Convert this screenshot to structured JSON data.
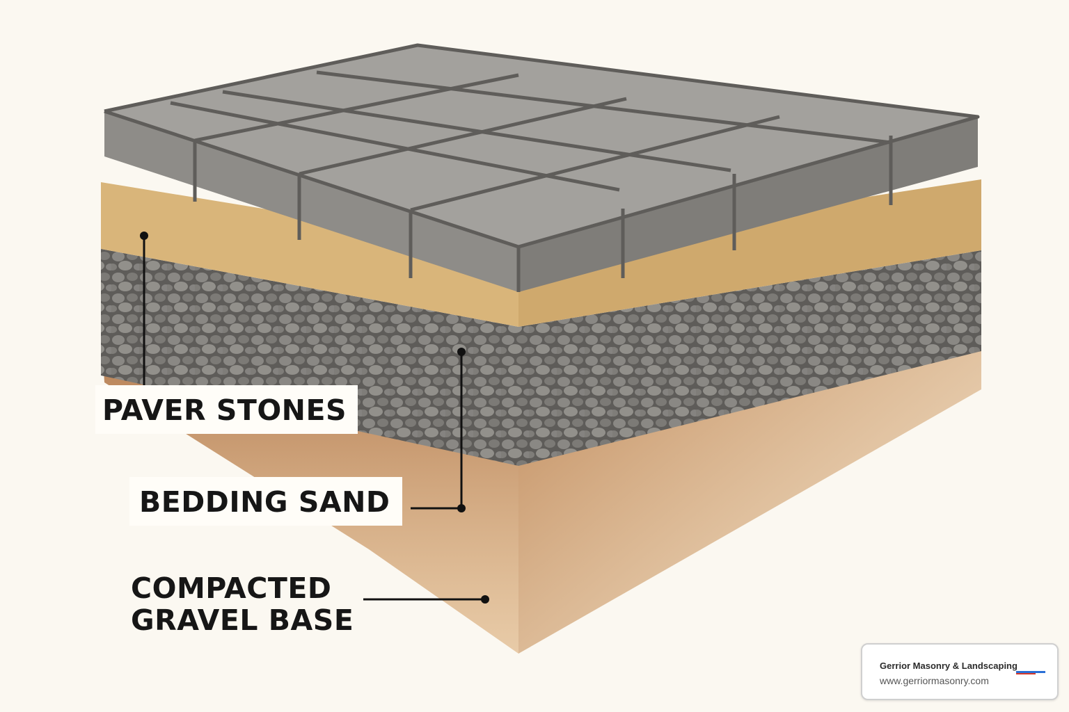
{
  "labels": {
    "paver_stones": "PAVER STONES",
    "bedding_sand": "BEDDING SAND",
    "compacted_line1": "COMPACTED",
    "compacted_line2": "GRAVEL BASE"
  },
  "brand": {
    "name": "Gerrior Masonry & Landscaping",
    "url": "www.gerriormasonry.com",
    "logo_icon": "gerrior-logo-icon"
  },
  "colors": {
    "background": "#fbf8f1",
    "paver": "#8f8d8a",
    "sand": "#d9b57a",
    "gravel": "#6c6a67",
    "soil": "#b97a45",
    "leader": "#111111"
  }
}
